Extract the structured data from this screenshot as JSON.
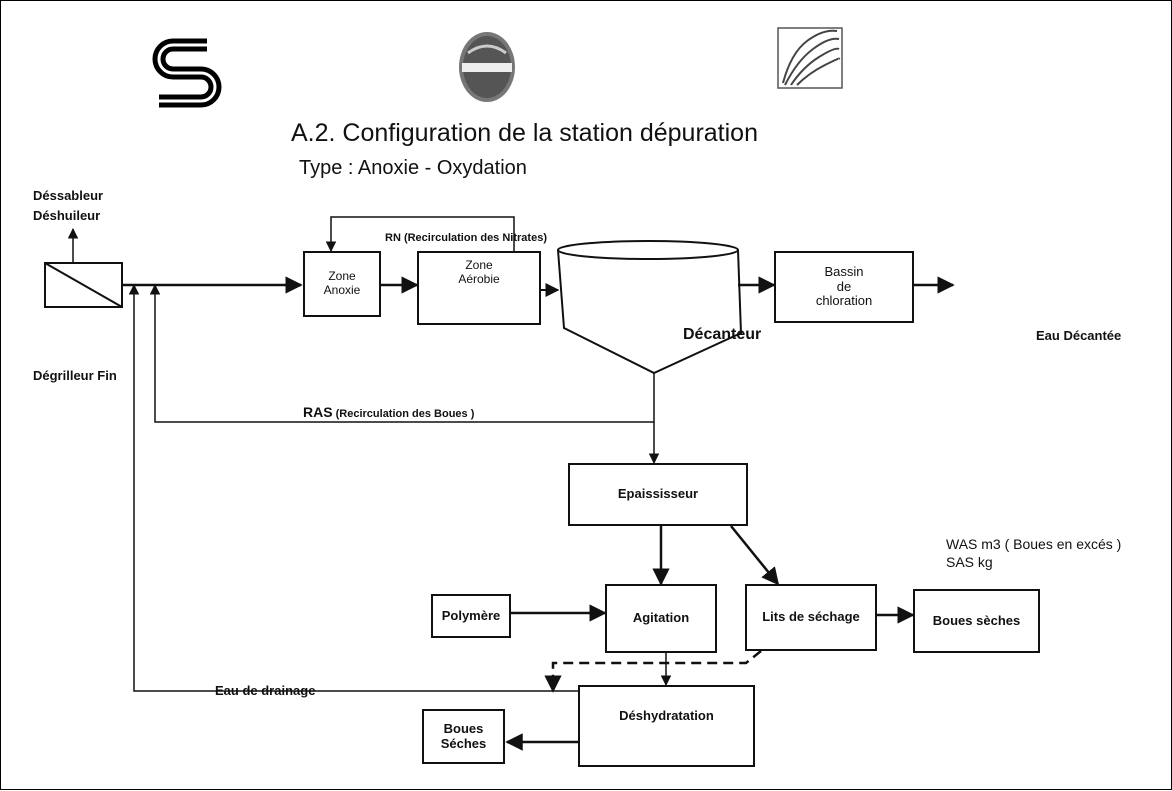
{
  "title": "A.2. Configuration de la station dépuration",
  "subtitle": "Type :  Anoxie - Oxydation",
  "labels": {
    "dessableur": "Déssableur",
    "deshuileur": "Déshuileur",
    "degrilleur": "Dégrilleur Fin",
    "rn": "RN (Recirculation des Nitrates)",
    "ras_main": "RAS",
    "ras_detail": " (Recirculation des Boues )",
    "decanteur": "Décanteur",
    "eau_decantee": "Eau Décantée",
    "was": "WAS m3  ( Boues en excés )",
    "sas": "SAS  kg",
    "eau_drainage": "Eau de drainage"
  },
  "boxes": {
    "zone_anoxie": "Zone\nAnoxie",
    "zone_aerobie": "Zone\nAérobie",
    "bassin": "Bassin\nde\nchloration",
    "epaississeur": "Epaississeur",
    "agitation": "Agitation",
    "polymere": "Polymère",
    "lits": "Lits de séchage",
    "boues_seches_right": "Boues sèches",
    "deshydratation": "Déshydratation",
    "boues_seches_left": "Boues\nSéches"
  },
  "colors": {
    "line": "#111111",
    "background": "#ffffff"
  }
}
